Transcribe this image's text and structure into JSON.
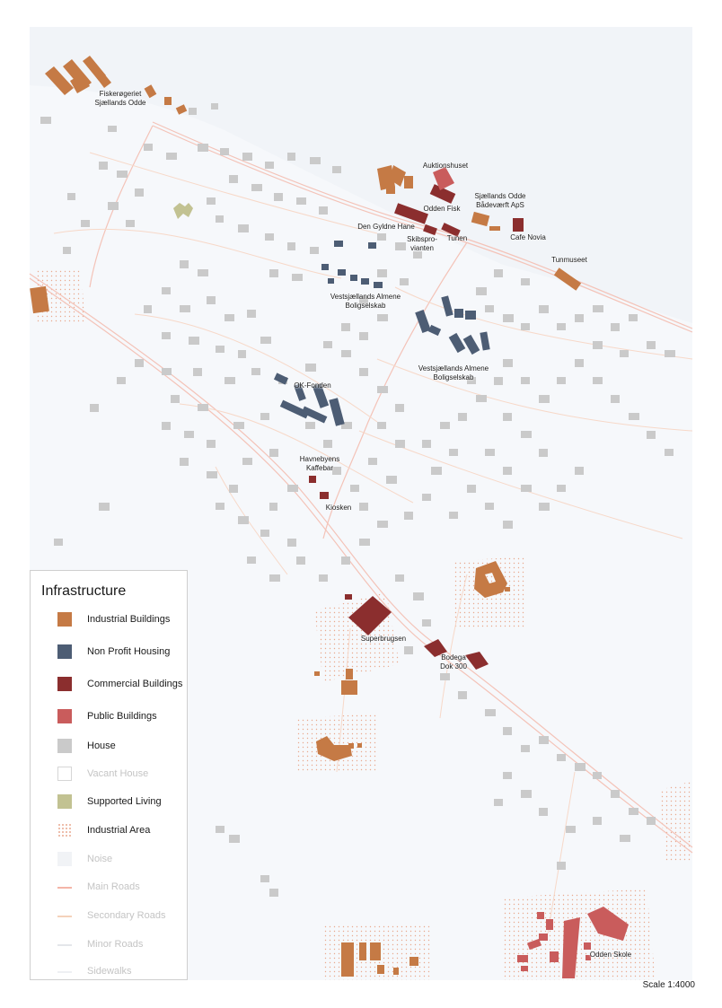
{
  "colors": {
    "industrial": "#c57a45",
    "nonprofit": "#4d5d74",
    "commercial": "#8b2e2e",
    "public": "#c95c5c",
    "house": "#cacaca",
    "supported": "#c2c292",
    "roads": "#f4c3b8",
    "water": "#f3f6f9"
  },
  "labels": {
    "fiskeroegeriet": "Fiskerøgeriet\nSjællands Odde",
    "auktionshuset": "Auktionshuset",
    "baadevaerft": "Sjællands Odde\nBådeværft ApS",
    "odden_fisk": "Odden Fisk",
    "den_gyldne_hane": "Den Gyldne Hane",
    "skibsproviant": "Skibspro-\nvianten",
    "tunen": "Tunen",
    "cafe_novia": "Cafe Novia",
    "tunmuseet": "Tunmuseet",
    "vestsjaelland_1": "Vestsjællands Almene\nBoligselskab",
    "vestsjaelland_2": "Vestsjællands Almene\nBoligselskab",
    "ok_fonden": "OK-Fonden",
    "havnebyens": "Havnebyens\nKaffebar",
    "kiosken": "Kiosken",
    "superbrugsen": "Superbrugsen",
    "bodega": "Bodega\nDok 300",
    "odden_skole": "Odden Skole"
  },
  "legend": {
    "title": "Infrastructure",
    "items": [
      {
        "label": "Industrial Buildings",
        "color": "#c57a45",
        "style": "solid",
        "faded": false
      },
      {
        "label": "Non Profit Housing",
        "color": "#4d5d74",
        "style": "solid",
        "faded": false
      },
      {
        "label": "Commercial Buildings",
        "color": "#8b2e2e",
        "style": "solid",
        "faded": false
      },
      {
        "label": "Public Buildings",
        "color": "#c95c5c",
        "style": "solid",
        "faded": false
      },
      {
        "label": "House",
        "color": "#cacaca",
        "style": "solid",
        "faded": false
      },
      {
        "label": "Vacant House",
        "color": "#ffffff",
        "style": "outline",
        "faded": true
      },
      {
        "label": "Supported Living",
        "color": "#c2c292",
        "style": "solid",
        "faded": false
      },
      {
        "label": "Industrial Area",
        "color": "#e9a98f",
        "style": "dots",
        "faded": false
      },
      {
        "label": "Noise",
        "color": "#f1f3f6",
        "style": "noise",
        "faded": true
      },
      {
        "label": "Main Roads",
        "color": "#f4b5a8",
        "style": "line",
        "faded": true
      },
      {
        "label": "Secondary Roads",
        "color": "#f4d2bb",
        "style": "line",
        "faded": true
      },
      {
        "label": "Minor Roads",
        "color": "#e4e6ea",
        "style": "line",
        "faded": true
      },
      {
        "label": "Sidewalks",
        "color": "#eef0f3",
        "style": "line",
        "faded": true
      }
    ]
  },
  "scale": "Scale 1:4000"
}
